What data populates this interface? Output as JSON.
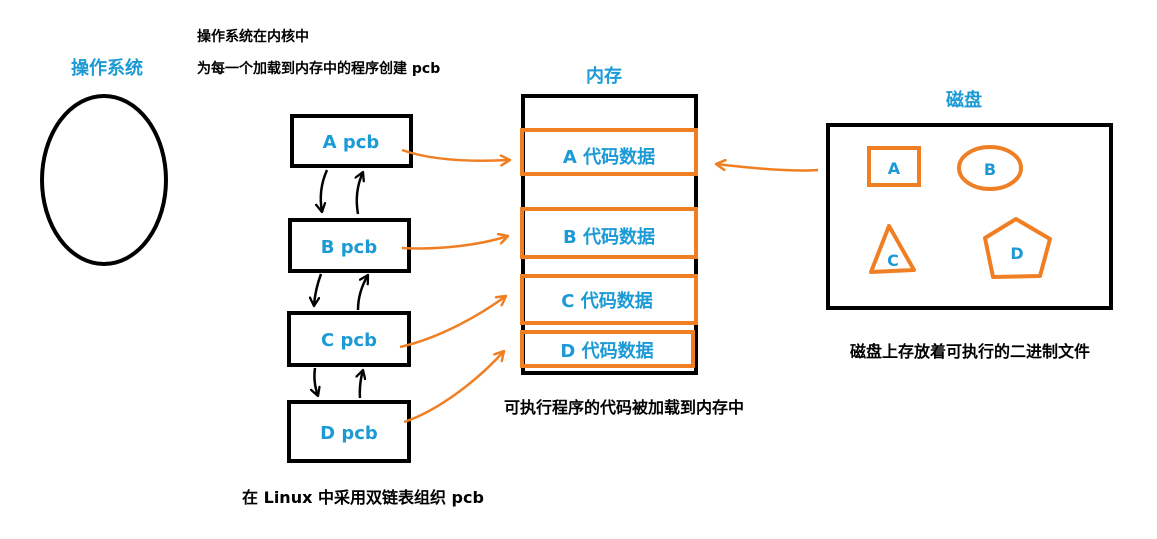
{
  "colors": {
    "blue": "#1c9ad6",
    "orange": "#f07f23",
    "black": "#000000"
  },
  "os": {
    "title": "操作系统",
    "note_line1": "操作系统在内核中",
    "note_line2": "为每一个加载到内存中的程序创建 pcb"
  },
  "pcbs": [
    {
      "id": "A",
      "label": "A pcb"
    },
    {
      "id": "B",
      "label": "B pcb"
    },
    {
      "id": "C",
      "label": "C pcb"
    },
    {
      "id": "D",
      "label": "D pcb"
    }
  ],
  "pcb_caption": "在 Linux 中采用双链表组织 pcb",
  "memory": {
    "title": "内存",
    "slots": [
      {
        "id": "A",
        "label": "A 代码数据"
      },
      {
        "id": "B",
        "label": "B 代码数据"
      },
      {
        "id": "C",
        "label": "C 代码数据"
      },
      {
        "id": "D",
        "label": "D 代码数据"
      }
    ],
    "caption": "可执行程序的代码被加载到内存中"
  },
  "disk": {
    "title": "磁盘",
    "items": [
      {
        "id": "A",
        "label": "A",
        "shape": "square"
      },
      {
        "id": "B",
        "label": "B",
        "shape": "ellipse"
      },
      {
        "id": "C",
        "label": "C",
        "shape": "triangle"
      },
      {
        "id": "D",
        "label": "D",
        "shape": "pentagon"
      }
    ],
    "caption": "磁盘上存放着可执行的二进制文件"
  }
}
